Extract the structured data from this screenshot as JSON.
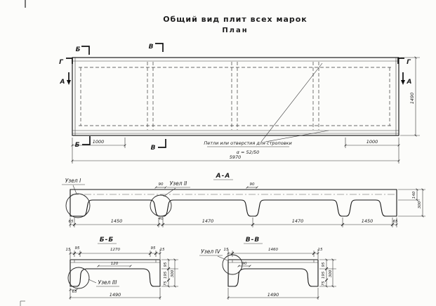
{
  "title": "Общий вид плит всех марок",
  "subtitle": "План",
  "plan": {
    "markers": {
      "b": "Б",
      "v": "В",
      "g": "Г",
      "a": "А"
    },
    "dim_left": "1000",
    "dim_right": "1000",
    "dim_total": "5970",
    "dim_height": "1490",
    "note_line1": "Петли или отверстия для строповки",
    "note_line2": "α = 52/50"
  },
  "section_aa": {
    "label": "А-А",
    "node1": "Узел I",
    "node2": "Узел II",
    "dim_rib1": "90",
    "dim_rib2": "90",
    "bottom_dims": [
      "65",
      "1450",
      "40",
      "1470",
      "1470",
      "1450",
      "65"
    ],
    "dim_flange": "140",
    "dim_height": "300"
  },
  "section_bb": {
    "label": "Б-Б",
    "node": "Узел III",
    "top_dims": [
      "15",
      "95",
      "1270",
      "95",
      "15"
    ],
    "dim_inner": "120",
    "dim_foot": "65",
    "dim_width": "1490",
    "right_dims": [
      "95",
      "195",
      "75",
      "300"
    ]
  },
  "section_vv": {
    "label": "В-В",
    "node": "Узел IV",
    "top_dims": [
      "15",
      "1460",
      "15"
    ],
    "dim_inner": "90",
    "dim_width": "1490",
    "right_dims": [
      "95",
      "195",
      "75",
      "300"
    ]
  }
}
